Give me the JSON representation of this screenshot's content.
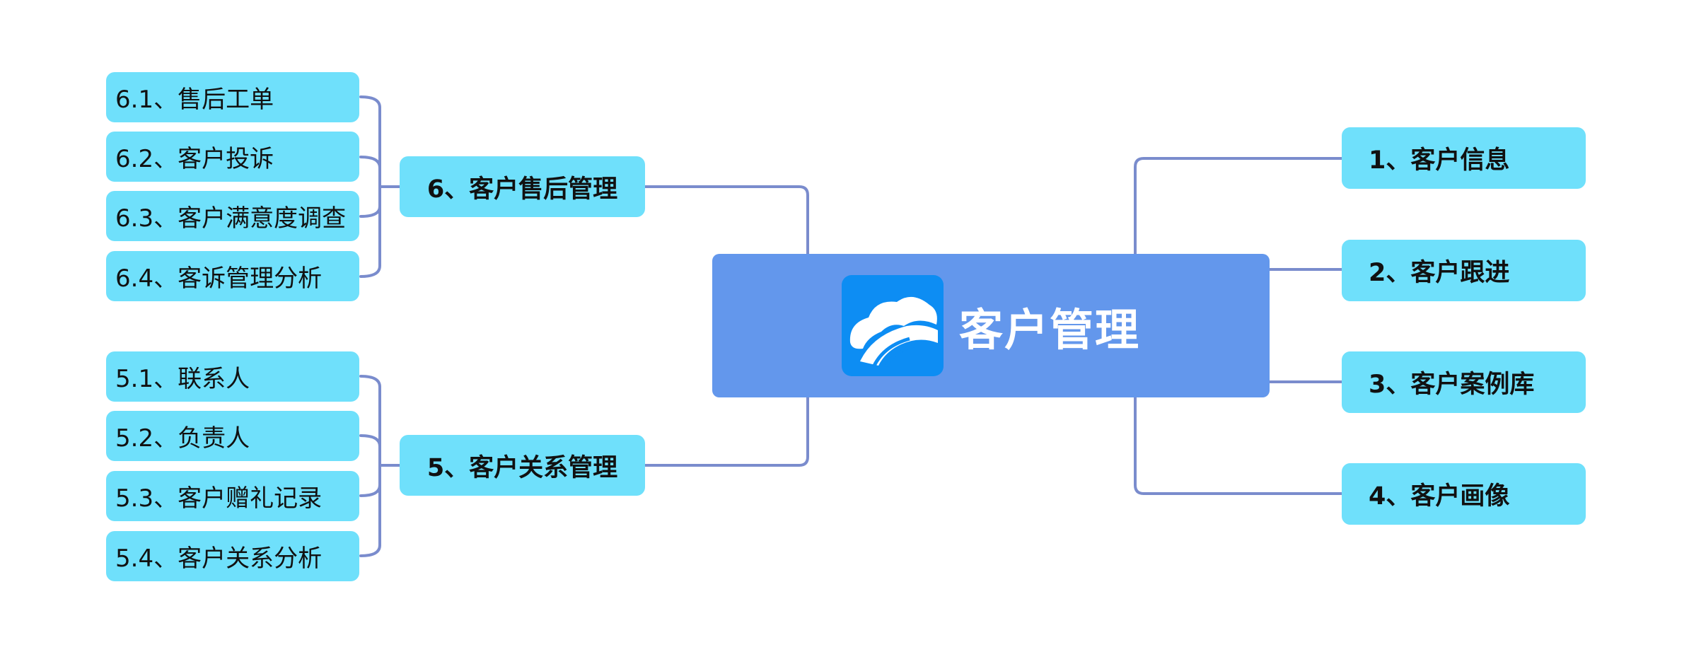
{
  "center": {
    "title": "客户管理",
    "logo_icon": "cloud-road-logo-icon"
  },
  "left_branches": [
    {
      "label": "6、客户售后管理",
      "children": [
        "6.1、售后工单",
        "6.2、客户投诉",
        "6.3、客户满意度调查",
        "6.4、客诉管理分析"
      ]
    },
    {
      "label": "5、客户关系管理",
      "children": [
        "5.1、联系人",
        "5.2、负责人",
        "5.3、客户赠礼记录",
        "5.4、客户关系分析"
      ]
    }
  ],
  "right_branches": [
    {
      "label": "1、客户信息"
    },
    {
      "label": "2、客户跟进"
    },
    {
      "label": "3、客户案例库"
    },
    {
      "label": "4、客户画像"
    }
  ],
  "colors": {
    "node_fill": "#6fe0fb",
    "center_fill": "#6397ec",
    "connector": "#7a8ccd",
    "logo_fill": "#0d8df3"
  }
}
